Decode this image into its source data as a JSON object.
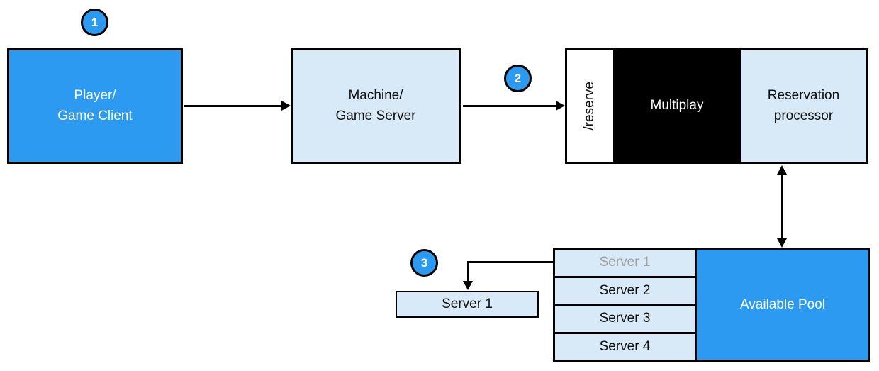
{
  "steps": [
    {
      "number": "1"
    },
    {
      "number": "2"
    },
    {
      "number": "3"
    }
  ],
  "nodes": {
    "player": {
      "line1": "Player/",
      "line2": "Game Client"
    },
    "machine": {
      "line1": "Machine/",
      "line2": "Game Server"
    },
    "reserve_endpoint": {
      "label": "/reserve"
    },
    "multiplay": {
      "label": "Multiplay"
    },
    "reservation_processor": {
      "line1": "Reservation",
      "line2": "processor"
    },
    "available_pool": {
      "label": "Available Pool"
    },
    "reserved_server": {
      "label": "Server 1"
    }
  },
  "server_pool": [
    {
      "label": "Server 1",
      "dimmed": true
    },
    {
      "label": "Server 2",
      "dimmed": false
    },
    {
      "label": "Server 3",
      "dimmed": false
    },
    {
      "label": "Server 4",
      "dimmed": false
    }
  ],
  "colors": {
    "primary_blue": "#2b9af0",
    "light_blue": "#d8e9f8",
    "multiplay_fill": "#000000",
    "border_black": "#000000",
    "dimmed_text": "#9e9e9e",
    "white": "#ffffff"
  }
}
